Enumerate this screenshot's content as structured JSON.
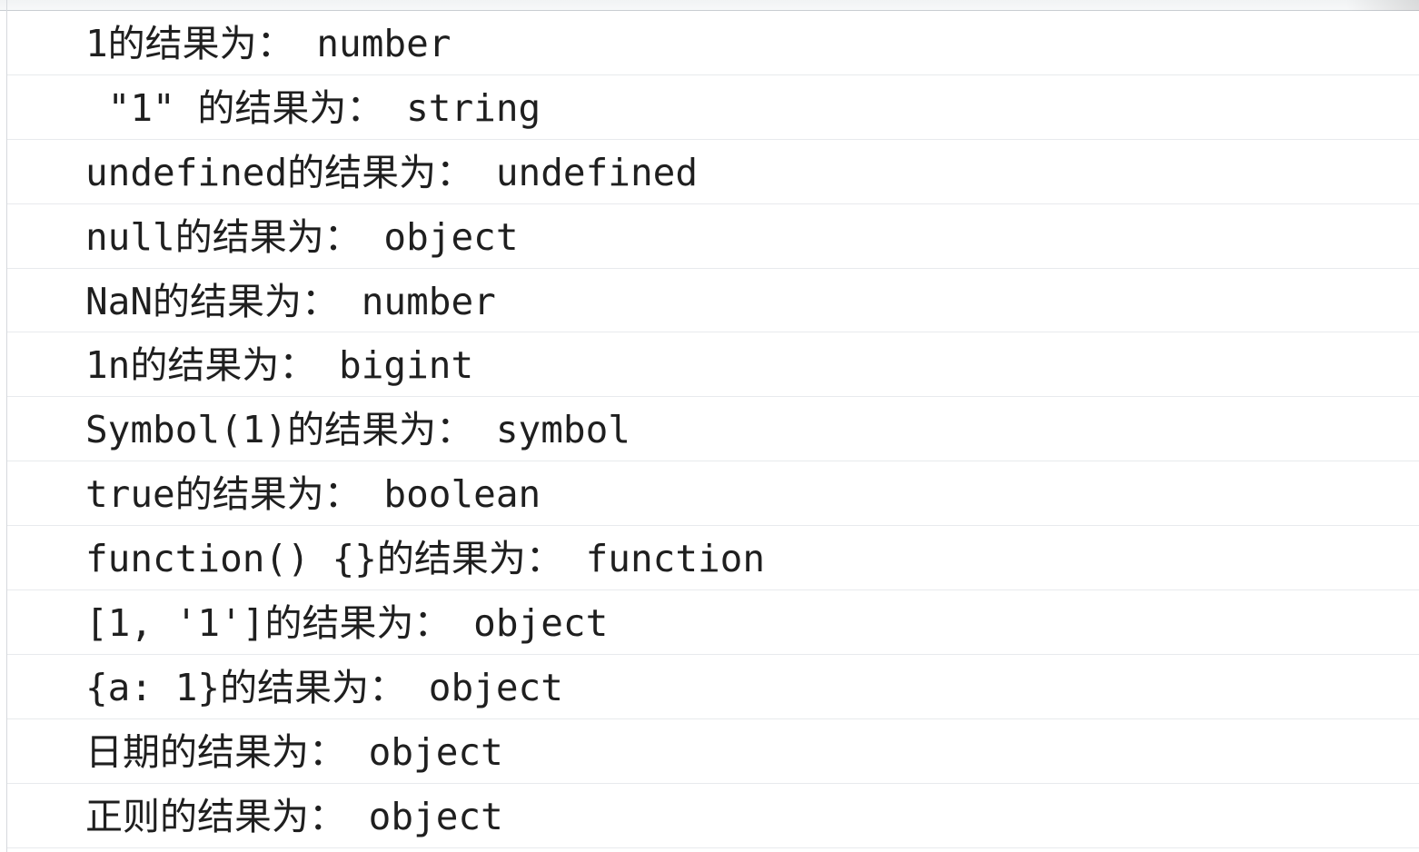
{
  "console": {
    "messages": [
      "1的结果为： number",
      " \"1\" 的结果为： string",
      "undefined的结果为： undefined",
      "null的结果为： object",
      "NaN的结果为： number",
      "1n的结果为： bigint",
      "Symbol(1)的结果为： symbol",
      "true的结果为： boolean",
      "function() {}的结果为： function",
      "[1, '1']的结果为： object",
      "{a: 1}的结果为： object",
      "日期的结果为： object",
      "正则的结果为： object"
    ]
  }
}
